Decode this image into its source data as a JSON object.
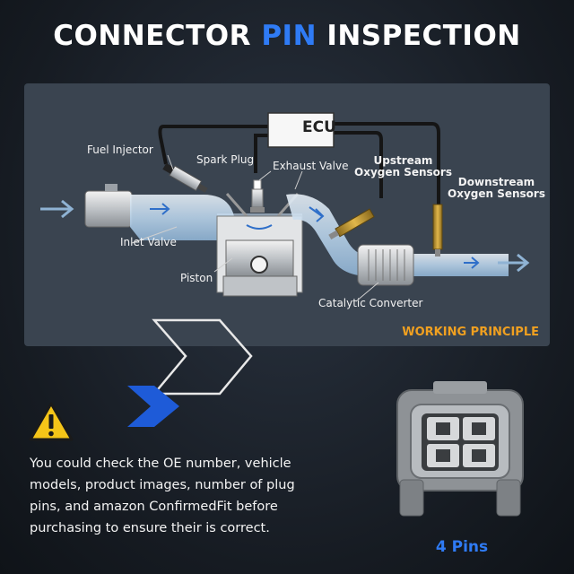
{
  "title": {
    "part1": "CONNECTOR ",
    "highlight": "PIN",
    "part2": " INSPECTION"
  },
  "diagram": {
    "ecu": "ECU",
    "fuel_injector": "Fuel Injector",
    "spark_plug": "Spark Plug",
    "exhaust_valve": "Exhaust Valve",
    "upstream_line1": "Upstream",
    "upstream_line2": "Oxygen Sensors",
    "downstream_line1": "Downstream",
    "downstream_line2": "Oxygen Sensors",
    "inlet_valve": "Inlet Valve",
    "piston": "Piston",
    "catalytic_converter": "Catalytic Converter",
    "working_principle": "WORKING PRINCIPLE"
  },
  "note": "You could check the OE number, vehicle models, product images, number of plug pins, and amazon ConfirmedFit before purchasing to ensure their is correct.",
  "pins_label": "4 Pins",
  "colors": {
    "accent": "#2f7bf5",
    "working_principle": "#f0a020",
    "warning": "#f5c518"
  },
  "icons": {
    "warning": "warning-icon",
    "arrows": "chevron-arrow-icon",
    "connector": "connector-icon"
  }
}
